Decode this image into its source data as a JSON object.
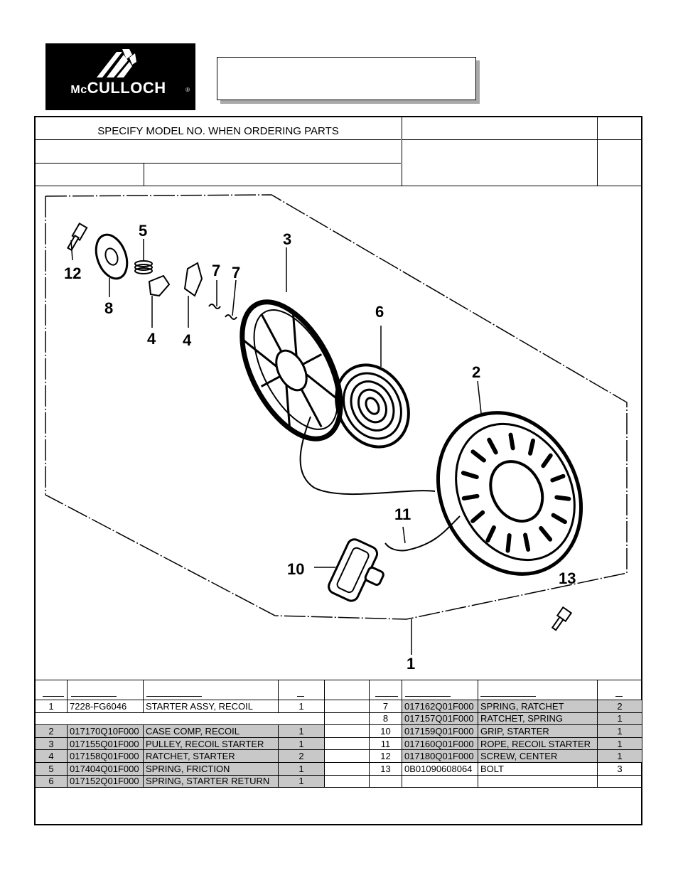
{
  "logo": {
    "brand_mc": "Mc",
    "brand_rest": "CULLOCH",
    "reg": "®"
  },
  "header": {
    "spec_text": "SPECIFY MODEL NO. WHEN ORDERING PARTS"
  },
  "diagram": {
    "callouts": [
      "1",
      "2",
      "3",
      "4",
      "4",
      "5",
      "6",
      "7",
      "7",
      "8",
      "10",
      "11",
      "12",
      "13"
    ]
  },
  "parts_left": [
    {
      "no": "1",
      "part": "7228-FG6046",
      "desc": "STARTER ASSY, RECOIL",
      "qty": "1",
      "shade": false
    },
    {
      "no": "",
      "part": "",
      "desc": "",
      "qty": "",
      "shade": false
    },
    {
      "no": "2",
      "part": "017170Q10F000",
      "desc": "CASE COMP, RECOIL",
      "qty": "1",
      "shade": true
    },
    {
      "no": "3",
      "part": "017155Q01F000",
      "desc": "PULLEY, RECOIL STARTER",
      "qty": "1",
      "shade": true
    },
    {
      "no": "4",
      "part": "017158Q01F000",
      "desc": "RATCHET, STARTER",
      "qty": "2",
      "shade": true
    },
    {
      "no": "5",
      "part": "017404Q01F000",
      "desc": "SPRING, FRICTION",
      "qty": "1",
      "shade": true
    },
    {
      "no": "6",
      "part": "017152Q01F000",
      "desc": "SPRING, STARTER RETURN",
      "qty": "1",
      "shade": true
    }
  ],
  "parts_right": [
    {
      "no": "7",
      "part": "017162Q01F000",
      "desc": "SPRING, RATCHET",
      "qty": "2",
      "shade": true
    },
    {
      "no": "8",
      "part": "017157Q01F000",
      "desc": "RATCHET, SPRING",
      "qty": "1",
      "shade": true
    },
    {
      "no": "10",
      "part": "017159Q01F000",
      "desc": "GRIP, STARTER",
      "qty": "1",
      "shade": true
    },
    {
      "no": "11",
      "part": "017160Q01F000",
      "desc": "ROPE, RECOIL STARTER",
      "qty": "1",
      "shade": true
    },
    {
      "no": "12",
      "part": "017180Q01F000",
      "desc": "SCREW, CENTER",
      "qty": "1",
      "shade": true
    },
    {
      "no": "13",
      "part": "0B01090608064",
      "desc": "BOLT",
      "qty": "3",
      "shade": false
    },
    {
      "no": "",
      "part": "",
      "desc": "",
      "qty": "",
      "shade": false
    }
  ]
}
